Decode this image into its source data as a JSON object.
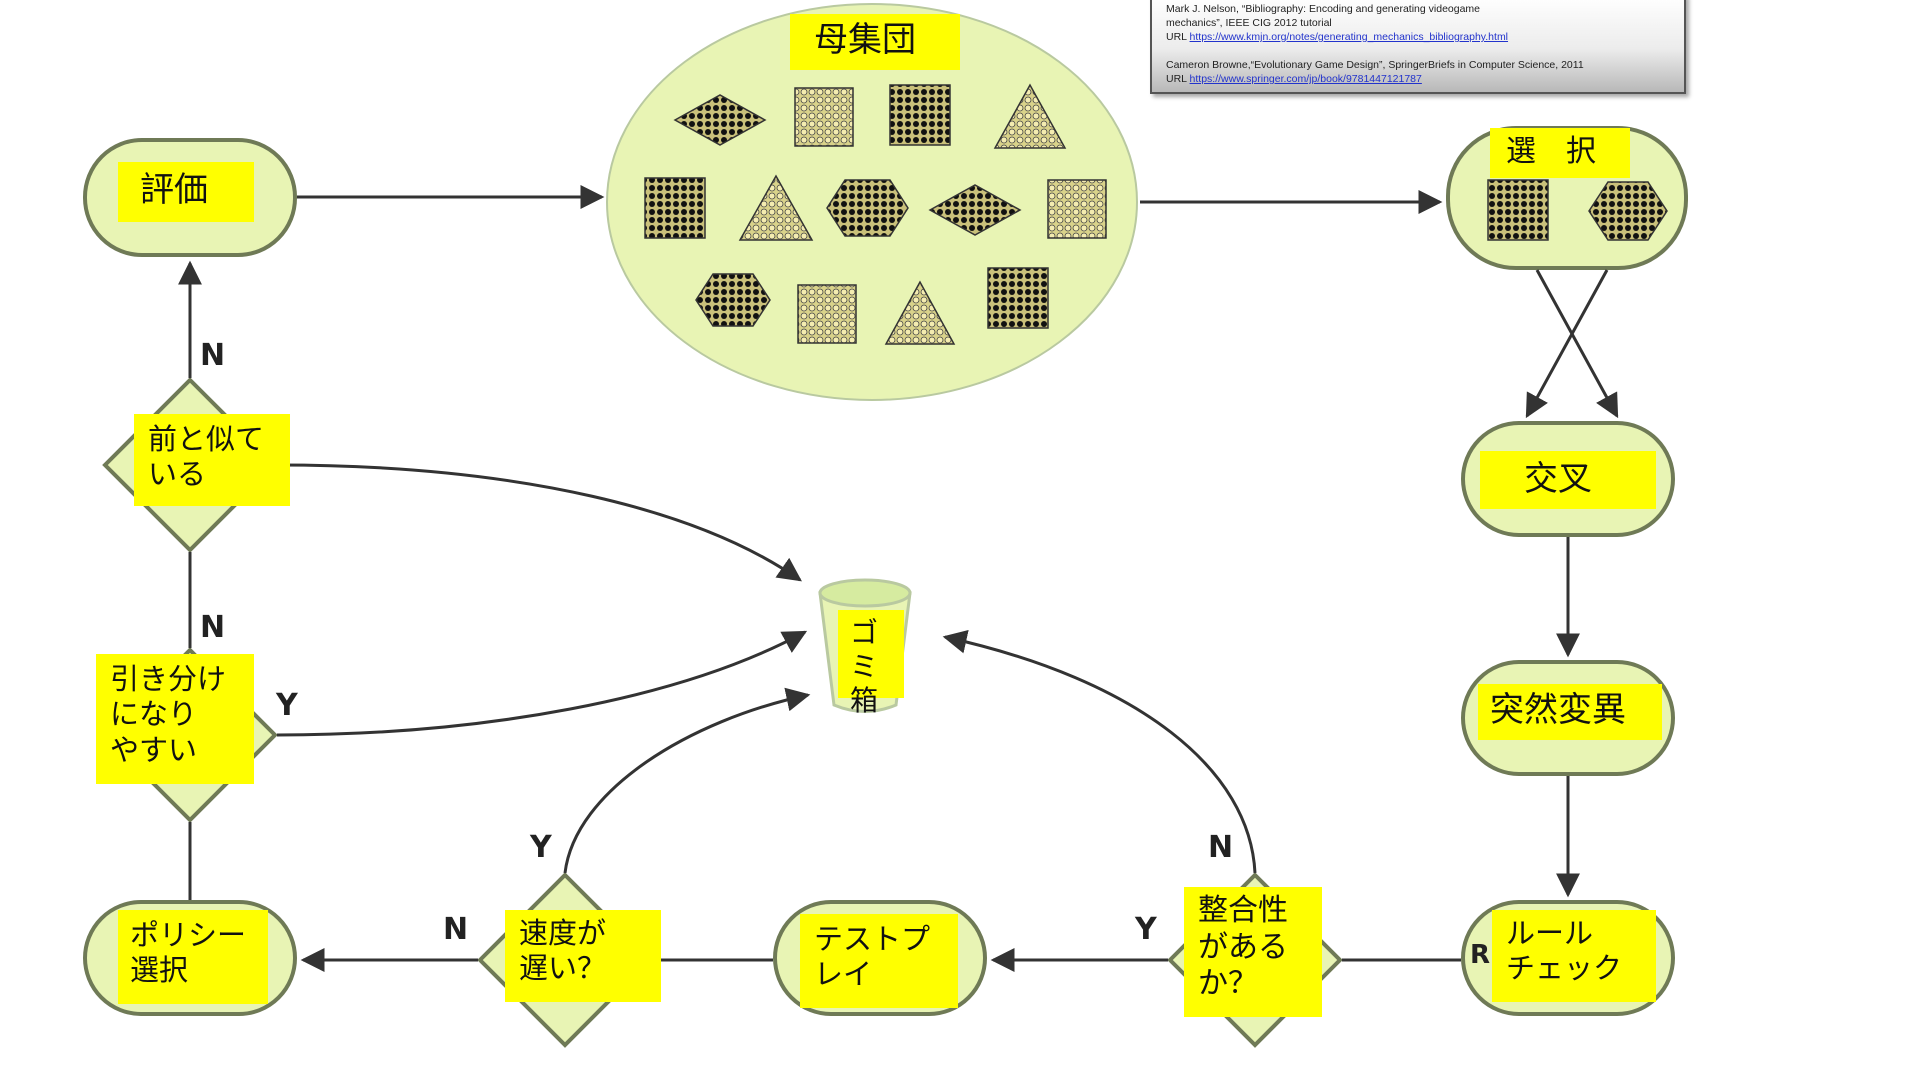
{
  "references": {
    "ref1_line1": "Mark J. Nelson, “Bibliography: Encoding and generating videogame",
    "ref1_line2": "mechanics”, IEEE CIG 2012 tutorial",
    "ref1_url_prefix": "URL ",
    "ref1_url": "https://www.kmjn.org/notes/generating_mechanics_bibliography.html",
    "ref2_line1": "Cameron Browne,“Evolutionary Game Design”, SpringerBriefs in Computer Science, 2011",
    "ref2_url_prefix": "URL ",
    "ref2_url": "https://www.springer.com/jp/book/9781447121787"
  },
  "nodes": {
    "population": "母集団",
    "evaluation": "評価",
    "selection": "選　択",
    "crossover": "交叉",
    "mutation": "突然変異",
    "rule_check": "ルール\nチェック",
    "consistency": "整合性\nがある\nか？",
    "playtest": "テストプ\nレイ",
    "speed": "速度が\n遅い？",
    "policy": "ポリシー\n選択",
    "drawish": "引き分け\nになり\nやすい",
    "similar": "前と似て\nいる",
    "trash": "ゴミ\n箱"
  },
  "edge_labels": {
    "n_eval": "N",
    "n_similar": "N",
    "y_drawish": "Y",
    "y_speed": "Y",
    "n_speed": "N",
    "y_consistency": "Y",
    "n_consistency": "N",
    "rule_check_partial": "R"
  },
  "colors": {
    "node_fill": "#e8f4b4",
    "node_stroke": "#6f7a56",
    "label_bg": "#ffff00",
    "arrow": "#333333"
  }
}
